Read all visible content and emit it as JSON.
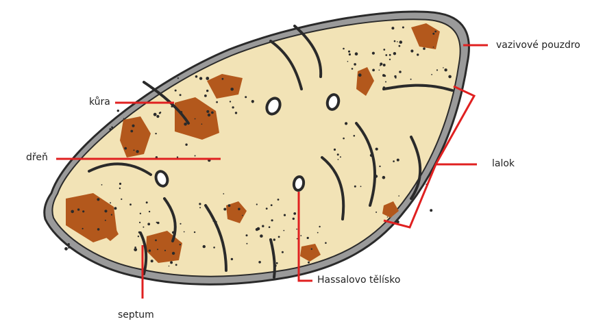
{
  "labels": {
    "capsule": "vazivové pouzdro",
    "cortex": "kůra",
    "medulla": "dřeň",
    "lobule": "lalok",
    "hassall": "Hassalovo tělísko",
    "septum": "septum"
  },
  "colors": {
    "leader_line": "#e02020",
    "capsule_fill": "#9a9a9a",
    "capsule_stroke": "#2a2a2a",
    "tissue_fill": "#f2e3b6",
    "cortex_cells": "#b3581c",
    "dark_cells": "#2a2a2a",
    "label_text": "#222222"
  }
}
